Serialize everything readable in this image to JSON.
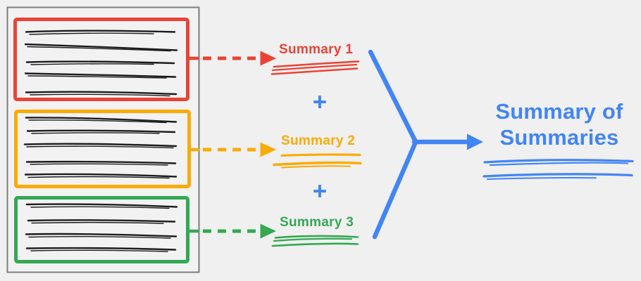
{
  "colors": {
    "background": "#f0f0f0",
    "document_fill": "#f2f2f2",
    "document_border": "#7d7d7d",
    "ink": "#1d1d1d",
    "red": "#EA4335",
    "orange": "#FBAB05",
    "green": "#34A853",
    "blue": "#4285F4"
  },
  "sections": [
    {
      "id": "section-1",
      "color_name": "red",
      "text_lines": 5,
      "summary_label": "Summary 1"
    },
    {
      "id": "section-2",
      "color_name": "orange",
      "text_lines": 5,
      "summary_label": "Summary 2"
    },
    {
      "id": "section-3",
      "color_name": "green",
      "text_lines": 4,
      "summary_label": "Summary 3"
    }
  ],
  "plus_sign": "+",
  "final_label": "Summary of Summaries"
}
